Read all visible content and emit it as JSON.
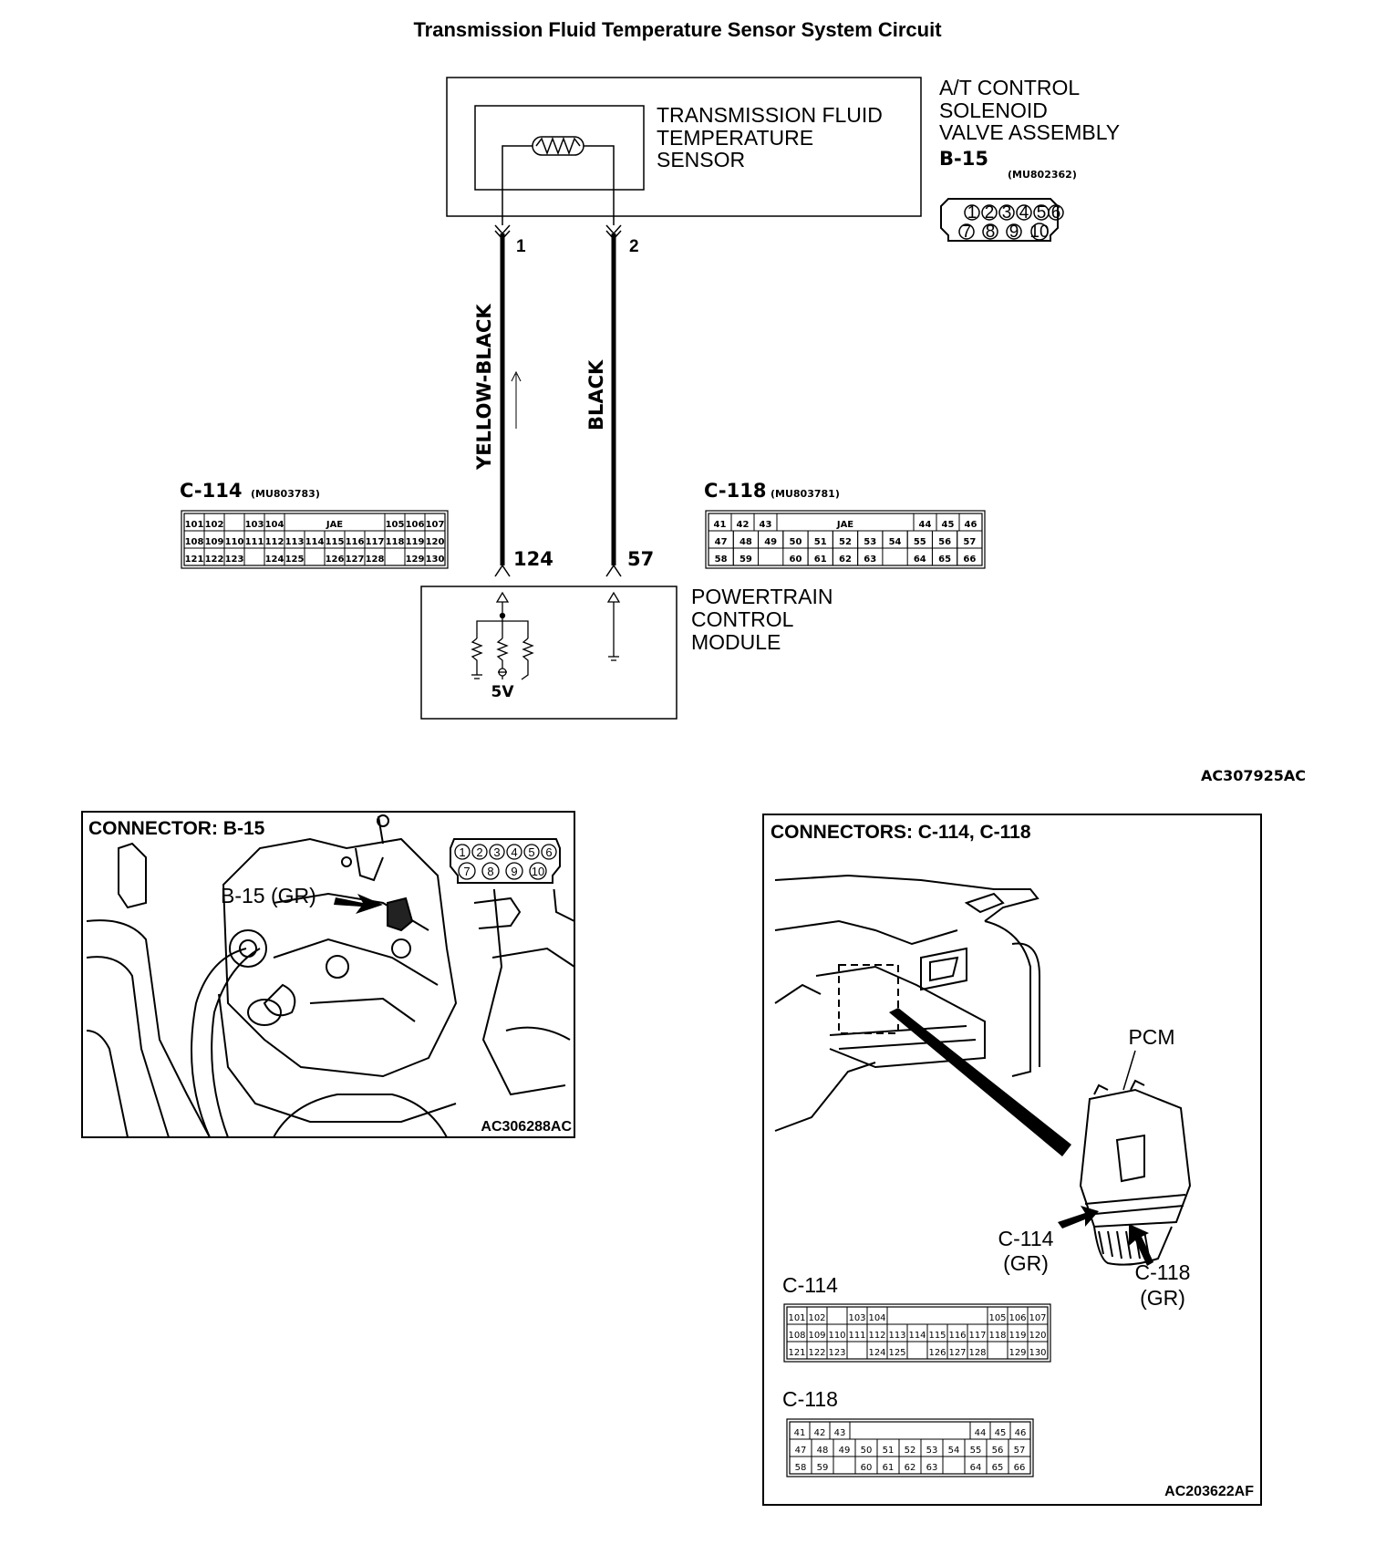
{
  "title": "Transmission Fluid Temperature Sensor System Circuit",
  "sensor": {
    "line1": "TRANSMISSION FLUID",
    "line2": "TEMPERATURE",
    "line3": "SENSOR"
  },
  "assembly": {
    "line1": "A/T CONTROL",
    "line2": "SOLENOID",
    "line3": "VALVE ASSEMBLY",
    "connector_id": "B-15",
    "part_number": "(MU802362)"
  },
  "b15_pins_top": [
    "1",
    "2",
    "3",
    "4",
    "5",
    "6"
  ],
  "b15_pins_bottom": [
    "7",
    "8",
    "9",
    "10"
  ],
  "wires": {
    "left": {
      "pin_top": "1",
      "pin_bottom": "124",
      "color": "YELLOW-BLACK"
    },
    "right": {
      "pin_top": "2",
      "pin_bottom": "57",
      "color": "BLACK"
    }
  },
  "pcm": {
    "line1": "POWERTRAIN",
    "line2": "CONTROL",
    "line3": "MODULE",
    "voltage": "5V"
  },
  "c114": {
    "id": "C-114",
    "part_number": "(MU803783)",
    "label": "JAE",
    "rows": [
      [
        "101",
        "102",
        "",
        "103",
        "104",
        "",
        "",
        "",
        "",
        "",
        "105",
        "106",
        "107"
      ],
      [
        "108",
        "109",
        "110",
        "111",
        "112",
        "113",
        "114",
        "115",
        "116",
        "117",
        "118",
        "119",
        "120"
      ],
      [
        "121",
        "122",
        "123",
        "",
        "124",
        "125",
        "",
        "126",
        "127",
        "128",
        "",
        "129",
        "130"
      ]
    ]
  },
  "c118": {
    "id": "C-118",
    "part_number": "(MU803781)",
    "label": "JAE",
    "rows": [
      [
        "41",
        "42",
        "43",
        "",
        "",
        "",
        "",
        "",
        "",
        "44",
        "45",
        "46"
      ],
      [
        "47",
        "48",
        "49",
        "50",
        "51",
        "52",
        "53",
        "54",
        "55",
        "56",
        "57"
      ],
      [
        "58",
        "59",
        "",
        "60",
        "61",
        "62",
        "63",
        "",
        "64",
        "65",
        "66"
      ]
    ]
  },
  "codes": {
    "circuit": "AC307925AC",
    "photo1": "AC306288AC",
    "photo2": "AC203622AF"
  },
  "photo1": {
    "heading": "CONNECTOR: B-15",
    "callout": "B-15 (GR)"
  },
  "photo2": {
    "heading": "CONNECTORS: C-114, C-118",
    "pcm_label": "PCM",
    "c114_callout_1": "C-114",
    "c114_callout_2": "(GR)",
    "c118_callout_1": "C-118",
    "c118_callout_2": "(GR)",
    "c114_title": "C-114",
    "c118_title": "C-118"
  }
}
